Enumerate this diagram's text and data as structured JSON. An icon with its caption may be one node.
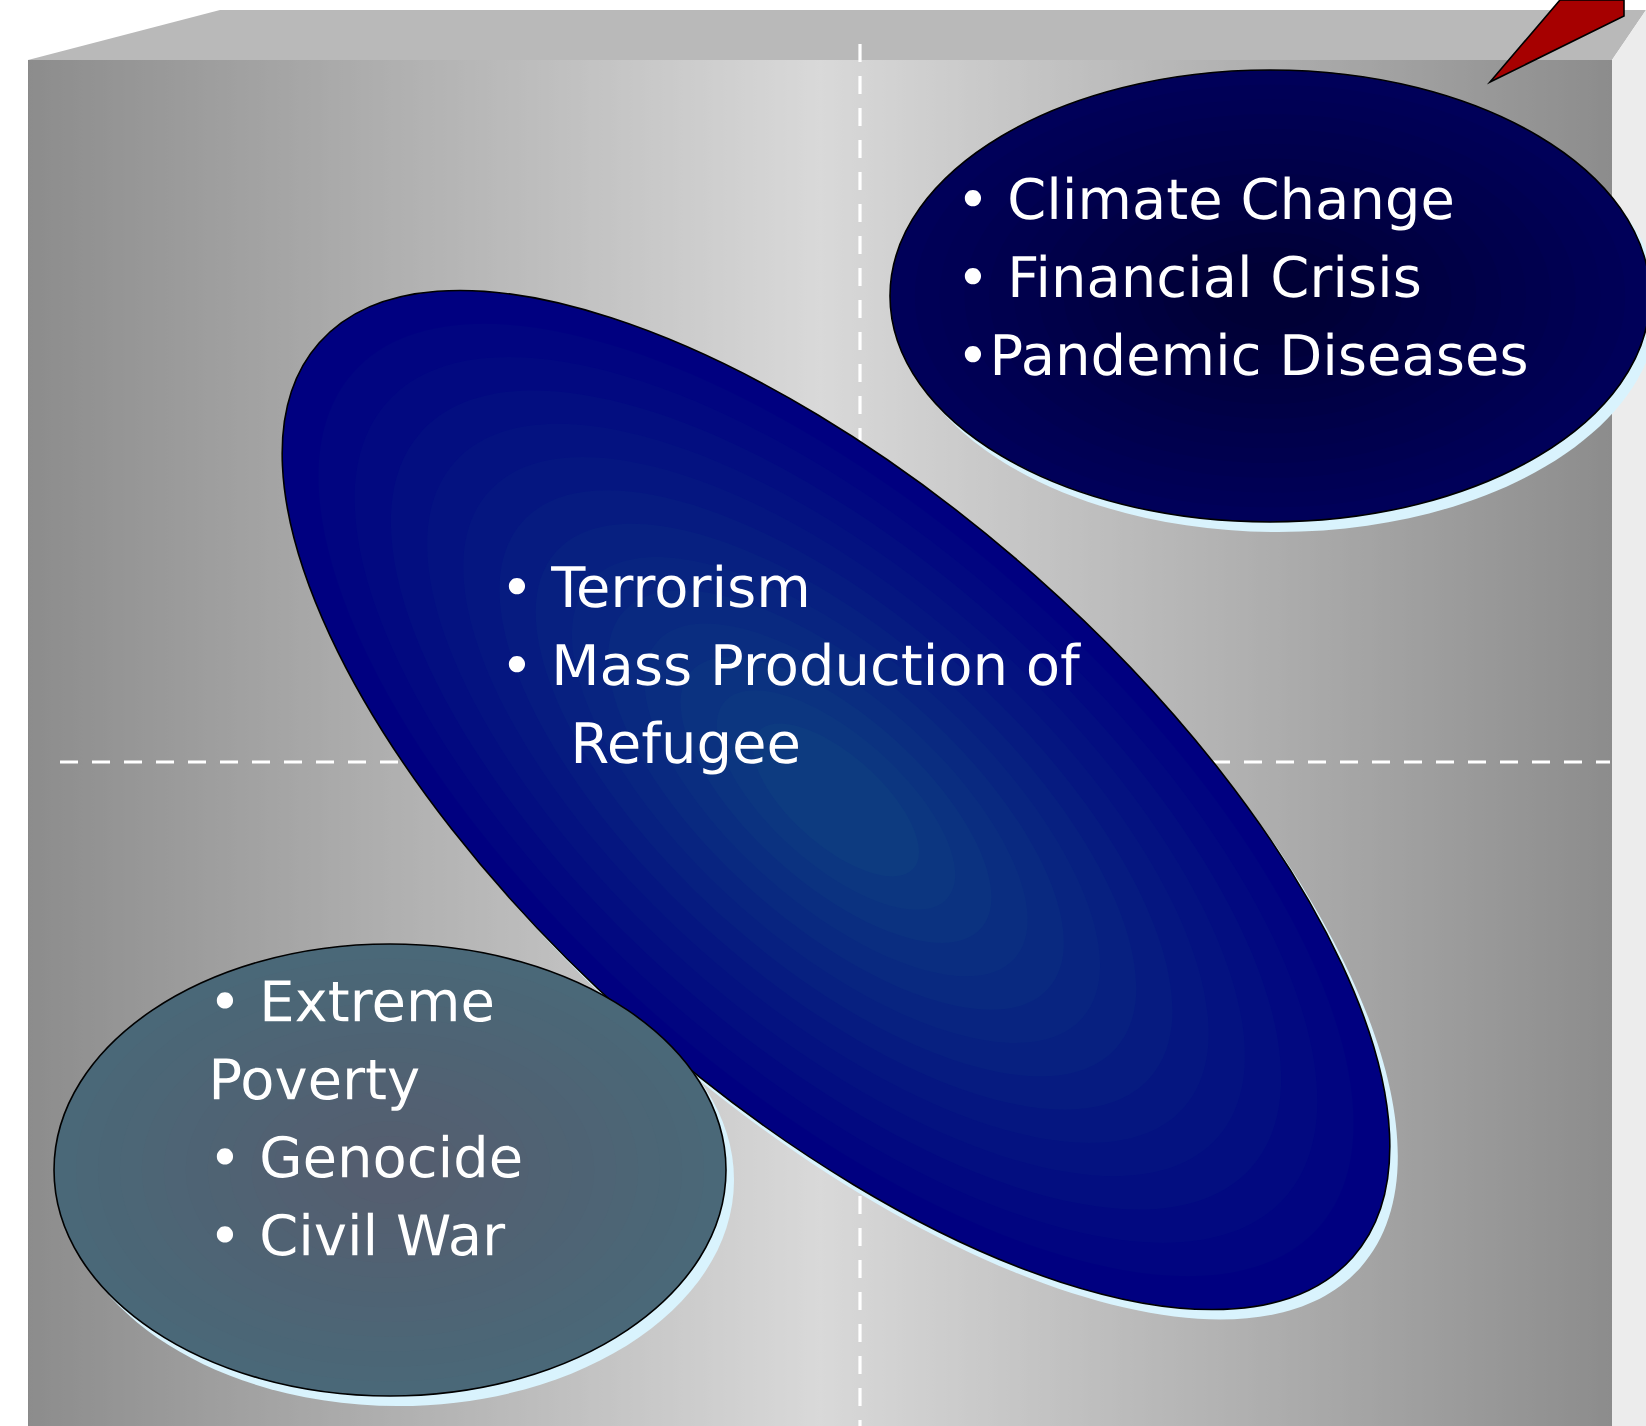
{
  "diagram": {
    "nodes": [
      {
        "text": [
          "• Climate Change",
          "• Financial Crisis",
          "•Pandemic Diseases"
        ]
      },
      {
        "text": [
          "• Terrorism",
          "• Mass Production of Refugee"
        ]
      },
      {
        "text": [
          "• Extreme Poverty",
          "• Genocide",
          "• Civil War"
        ]
      }
    ]
  }
}
